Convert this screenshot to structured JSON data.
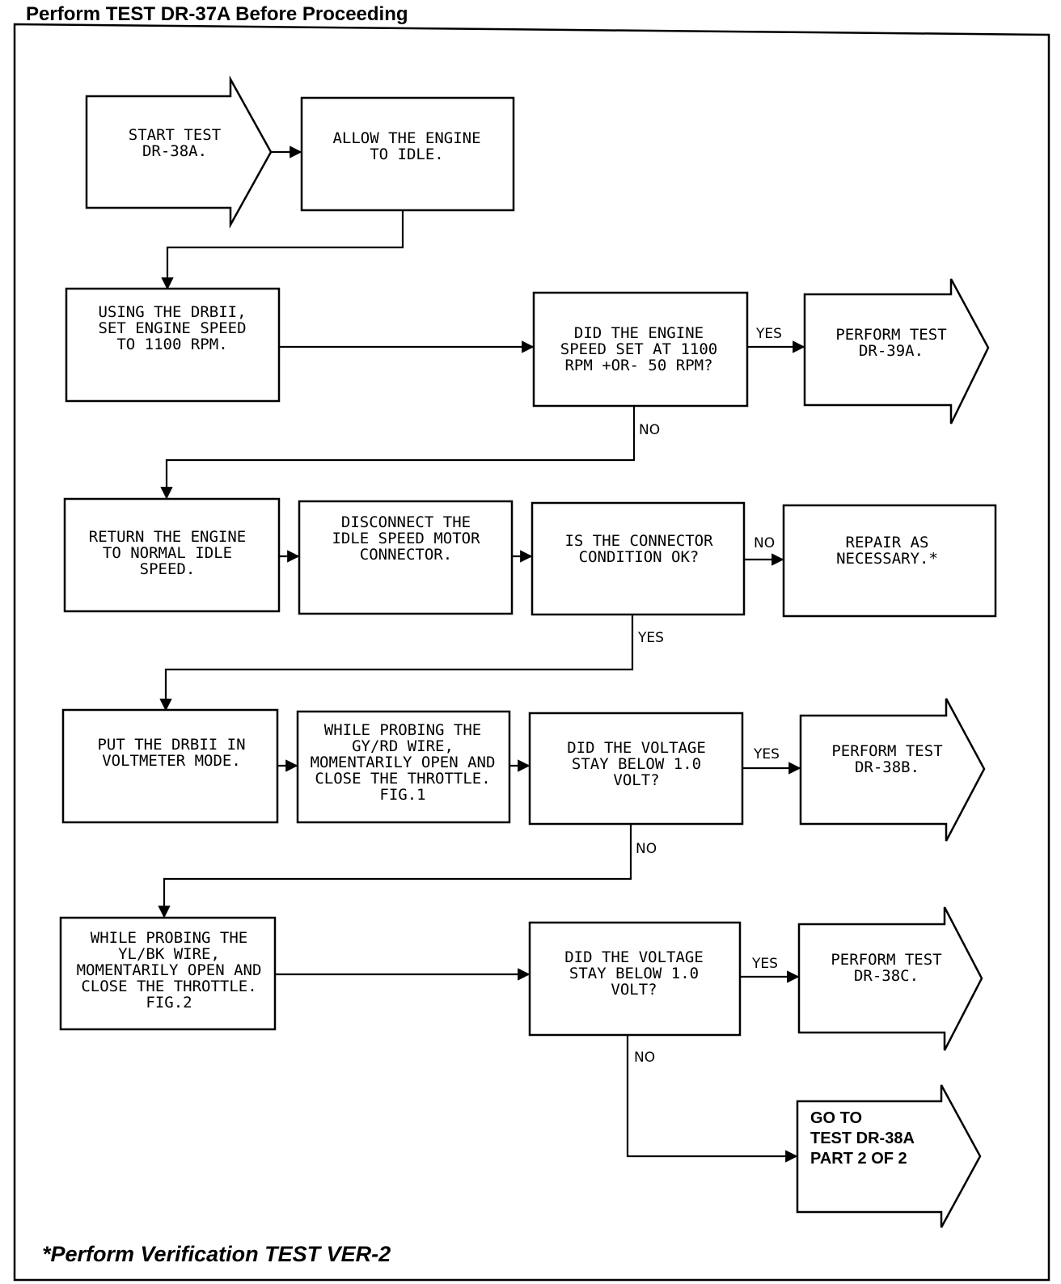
{
  "header": {
    "text": "Perform TEST DR-37A Before Proceeding"
  },
  "footer": {
    "text": "*Perform Verification TEST VER-2"
  },
  "nodes": {
    "start": {
      "lines": [
        "START TEST",
        "DR-38A."
      ]
    },
    "idle": {
      "lines": [
        "ALLOW THE ENGINE",
        "TO IDLE."
      ]
    },
    "set_speed": {
      "lines": [
        "USING THE DRBII,",
        "SET ENGINE SPEED",
        "TO 1100 RPM."
      ]
    },
    "did_speed": {
      "lines": [
        "DID THE ENGINE",
        "SPEED SET AT 1100",
        "RPM +OR- 50 RPM?"
      ]
    },
    "dr39a": {
      "lines": [
        "PERFORM TEST",
        "DR-39A."
      ]
    },
    "return_idle": {
      "lines": [
        "RETURN THE ENGINE",
        "TO NORMAL IDLE",
        "SPEED."
      ]
    },
    "disconnect": {
      "lines": [
        "DISCONNECT THE",
        "IDLE SPEED MOTOR",
        "CONNECTOR."
      ]
    },
    "conn_ok": {
      "lines": [
        "IS THE CONNECTOR",
        "CONDITION OK?"
      ]
    },
    "repair": {
      "lines": [
        "REPAIR AS",
        "NECESSARY.*"
      ]
    },
    "voltmeter": {
      "lines": [
        "PUT THE DRBII IN",
        "VOLTMETER MODE."
      ]
    },
    "probe_gy": {
      "lines": [
        "WHILE PROBING THE",
        "GY/RD WIRE,",
        "MOMENTARILY OPEN AND",
        "CLOSE THE THROTTLE.",
        "FIG.1"
      ]
    },
    "volt1": {
      "lines": [
        "DID THE VOLTAGE",
        "STAY BELOW 1.0",
        "VOLT?"
      ]
    },
    "dr38b": {
      "lines": [
        "PERFORM TEST",
        "DR-38B."
      ]
    },
    "probe_yl": {
      "lines": [
        "WHILE PROBING THE",
        "YL/BK WIRE,",
        "MOMENTARILY OPEN AND",
        "CLOSE THE THROTTLE.",
        "FIG.2"
      ]
    },
    "volt2": {
      "lines": [
        "DID THE VOLTAGE",
        "STAY BELOW 1.0",
        "VOLT?"
      ]
    },
    "dr38c": {
      "lines": [
        "PERFORM TEST",
        "DR-38C."
      ]
    },
    "goto": {
      "lines": [
        "GO TO",
        "TEST DR-38A",
        "PART 2 OF 2"
      ]
    }
  },
  "edge_labels": {
    "speed_yes": "YES",
    "speed_no": "NO",
    "conn_no": "NO",
    "conn_yes": "YES",
    "volt1_yes": "YES",
    "volt1_no": "NO",
    "volt2_yes": "YES",
    "volt2_no": "NO"
  }
}
